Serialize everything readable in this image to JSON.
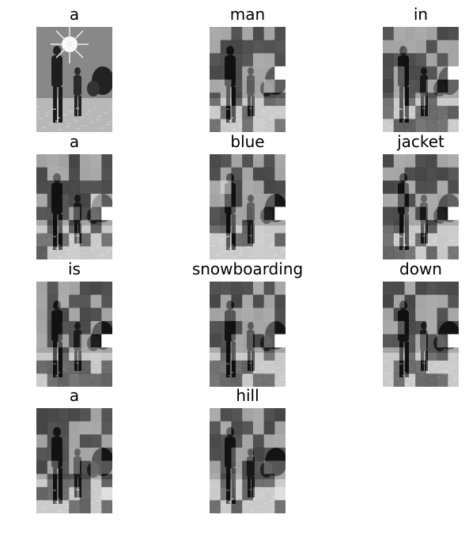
{
  "panels": [
    {
      "word": "a",
      "sun": true
    },
    {
      "word": "man",
      "highlight": [
        [
          6,
          3
        ],
        [
          5,
          4
        ]
      ]
    },
    {
      "word": "in",
      "highlight": [
        [
          6,
          3
        ]
      ]
    },
    {
      "word": "a",
      "highlight": [
        [
          6,
          4
        ],
        [
          5,
          3
        ]
      ]
    },
    {
      "word": "blue",
      "highlight": [
        [
          6,
          4
        ],
        [
          1,
          2
        ]
      ]
    },
    {
      "word": "jacket",
      "highlight": [
        [
          6,
          4
        ]
      ]
    },
    {
      "word": "is",
      "highlight": [
        [
          6,
          4
        ]
      ]
    },
    {
      "word": "snowboarding",
      "highlight": [
        [
          6,
          4
        ]
      ]
    },
    {
      "word": "down",
      "highlight": [
        [
          6,
          4
        ]
      ]
    },
    {
      "word": "a",
      "highlight": [
        [
          7,
          4
        ],
        [
          6,
          6
        ]
      ]
    },
    {
      "word": "hill",
      "highlight": [
        [
          7,
          5
        ],
        [
          6,
          6
        ]
      ]
    }
  ]
}
